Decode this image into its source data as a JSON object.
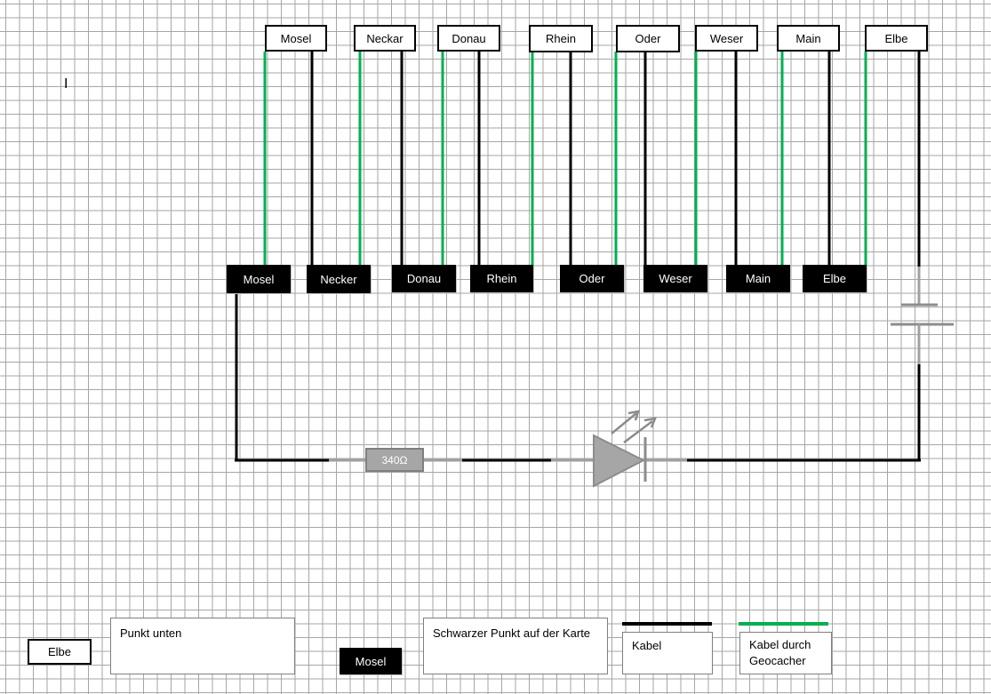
{
  "top_labels": [
    "Mosel",
    "Neckar",
    "Donau",
    "Rhein",
    "Oder",
    "Weser",
    "Main",
    "Elbe"
  ],
  "bottom_labels": [
    "Mosel",
    "Necker",
    "Donau",
    "Rhein",
    "Oder",
    "Weser",
    "Main",
    "Elbe"
  ],
  "resistor_label": "340Ω",
  "cursor_glyph": "I",
  "legend": {
    "elbe_white": "Elbe",
    "punkt_unten": "Punkt unten",
    "mosel_black": "Mosel",
    "schwarzer_punkt": "Schwarzer Punkt auf der Karte",
    "kabel": "Kabel",
    "kabel_geocacher_line1": "Kabel durch",
    "kabel_geocacher_line2": "Geocacher"
  },
  "colors": {
    "geocacher_cable": "#00b050",
    "cable": "#000000",
    "component": "#8c8c8c"
  }
}
